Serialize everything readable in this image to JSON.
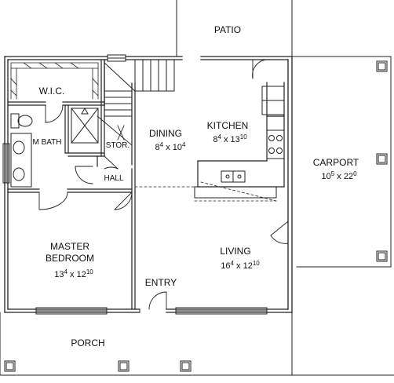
{
  "plan": {
    "rooms": {
      "patio": {
        "name": "PATIO"
      },
      "wic": {
        "name": "W.I.C."
      },
      "m_bath": {
        "name": "M BATH"
      },
      "stor": {
        "name": "STOR."
      },
      "hall": {
        "name": "HALL"
      },
      "dining": {
        "name": "DINING",
        "dim": {
          "w_ft": "8",
          "w_in": "4",
          "l_ft": "10",
          "l_in": "4"
        }
      },
      "kitchen": {
        "name": "KITCHEN",
        "dim": {
          "w_ft": "8",
          "w_in": "4",
          "l_ft": "13",
          "l_in": "10"
        }
      },
      "carport": {
        "name": "CARPORT",
        "dim": {
          "w_ft": "10",
          "w_in": "5",
          "l_ft": "22",
          "l_in": "0"
        }
      },
      "master_bedroom": {
        "name_line1": "MASTER",
        "name_line2": "BEDROOM",
        "dim": {
          "w_ft": "13",
          "w_in": "4",
          "l_ft": "12",
          "l_in": "10"
        }
      },
      "living": {
        "name": "LIVING",
        "dim": {
          "w_ft": "16",
          "w_in": "4",
          "l_ft": "12",
          "l_in": "10"
        }
      },
      "entry": {
        "name": "ENTRY"
      },
      "porch": {
        "name": "PORCH"
      }
    },
    "dim_separator": "x"
  }
}
